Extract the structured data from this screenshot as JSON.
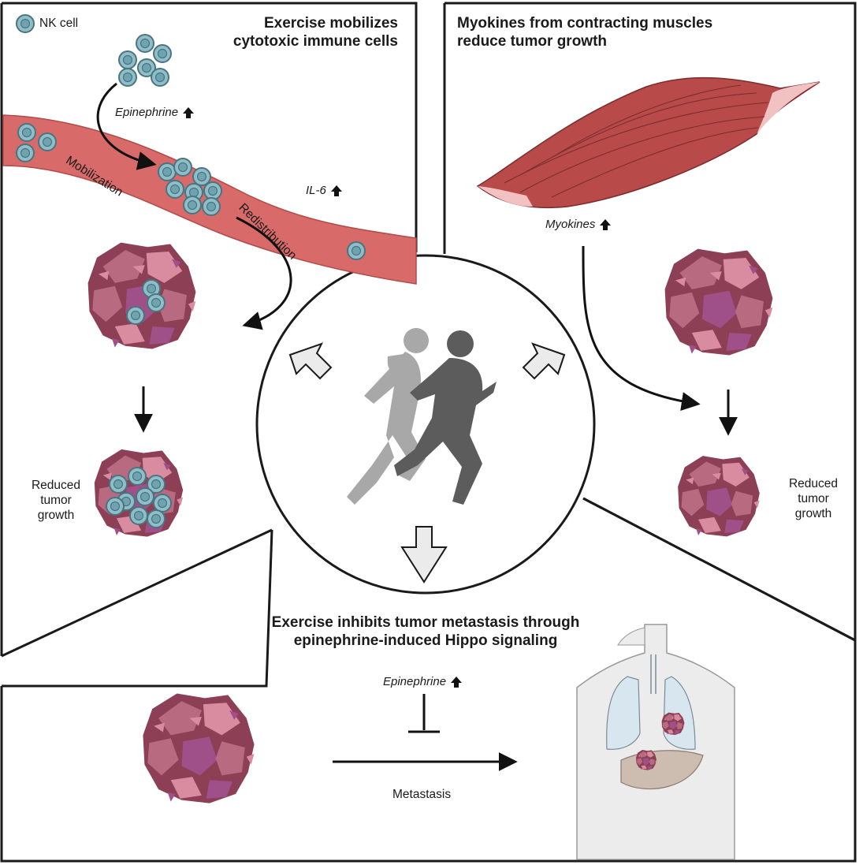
{
  "legend": {
    "nk_label": "NK cell"
  },
  "panels": {
    "top_left": {
      "title_line1": "Exercise mobilizes",
      "title_line2": "cytotoxic immune cells",
      "epinephrine": "Epinephrine",
      "il6": "IL-6",
      "mobilization": "Mobilization",
      "redistribution": "Redistribution",
      "result_line1": "Reduced",
      "result_line2": "tumor",
      "result_line3": "growth"
    },
    "top_right": {
      "title_line1": "Myokines from contracting muscles",
      "title_line2": "reduce tumor growth",
      "myokines": "Myokines",
      "result_line1": "Reduced",
      "result_line2": "tumor",
      "result_line3": "growth"
    },
    "bottom": {
      "title_line1": "Exercise inhibits tumor metastasis through",
      "title_line2": "epinephrine-induced Hippo signaling",
      "epinephrine": "Epinephrine",
      "metastasis": "Metastasis"
    }
  },
  "colors": {
    "vessel": "#d96a6a",
    "vessel_edge": "#b24a4a",
    "nk_fill": "#8fbec9",
    "nk_core": "#6fa3b0",
    "nk_edge": "#4a7580",
    "muscle": "#b94a4a",
    "tendon": "#f2c2c2",
    "tumor_a": "#8c3f55",
    "tumor_b": "#b86a80",
    "tumor_c": "#d98ba0",
    "tumor_d": "#a05088",
    "runner_light": "#a8a8a8",
    "runner_dark": "#5c5c5c",
    "panel_border": "#1a1a1a",
    "outline_arrow_fill": "#ebebeb"
  }
}
